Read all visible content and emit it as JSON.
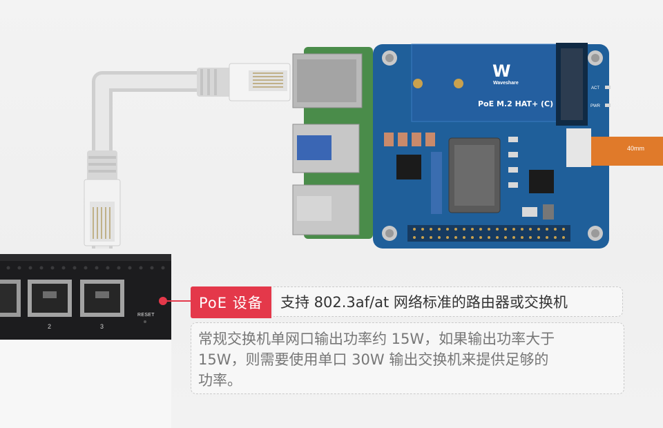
{
  "callout": {
    "badge": "PoE 设备",
    "standard": "支持 802.3af/at 网络标准的路由器或交换机",
    "description_lines": [
      "常规交换机单网口输出功率约 15W，如果输出功率大于",
      "15W，则需要使用单口 30W 输出交换机来提供足够的",
      "功率。"
    ]
  },
  "switch": {
    "port_labels": [
      "2",
      "3"
    ],
    "reset_label": "RESET"
  },
  "board": {
    "brand_mark": "W",
    "brand": "Waveshare",
    "title": "PoE M.2 HAT+ (C)",
    "led_labels": [
      "ACT",
      "PWR"
    ],
    "cable_label": "40mm"
  },
  "colors": {
    "accent": "#e4384a",
    "board_blue": "#1f5f9a",
    "switch_black": "#1c1c1e",
    "cable_gray": "#d9d9d9"
  }
}
